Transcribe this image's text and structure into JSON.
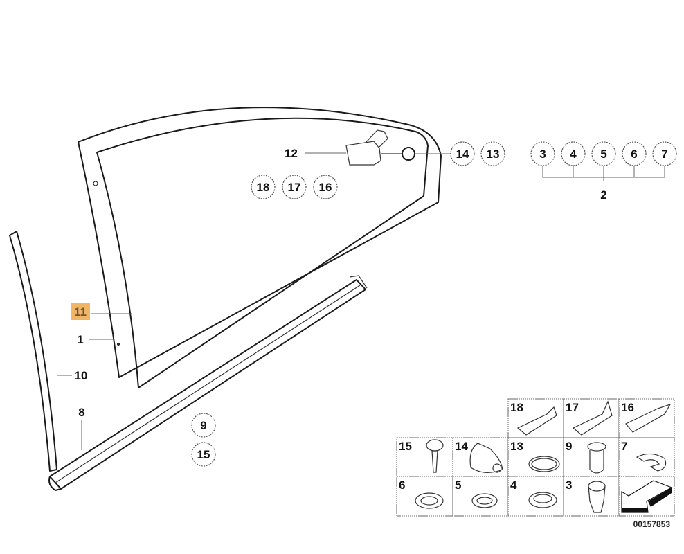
{
  "diagram": {
    "callouts": {
      "c1": "1",
      "c2": "2",
      "c3": "3",
      "c4": "4",
      "c5": "5",
      "c6": "6",
      "c7": "7",
      "c8": "8",
      "c9": "9",
      "c10": "10",
      "c11": "11",
      "c12": "12",
      "c13": "13",
      "c14": "14",
      "c15": "15",
      "c16": "16",
      "c17": "17",
      "c18": "18"
    },
    "highlighted_callout": "11",
    "highlight_color": "#f2b566",
    "parts_grid": {
      "row1": [
        "18",
        "17",
        "16"
      ],
      "row2": [
        "15",
        "14",
        "13",
        "9",
        "7"
      ],
      "row3": [
        "6",
        "5",
        "4",
        "3"
      ]
    },
    "image_number": "00157853"
  }
}
